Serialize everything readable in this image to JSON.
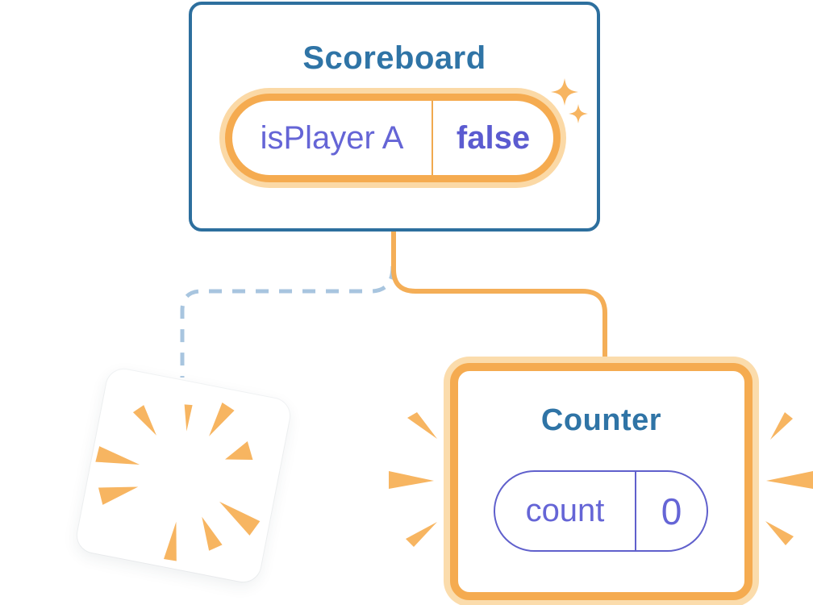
{
  "colors": {
    "card_border_blue": "#2D6F9E",
    "title_blue": "#2F74A6",
    "state_purple": "#6565D6",
    "state_purple_bold": "#5B5BD0",
    "pill_border_purple": "#6060CC",
    "orange": "#F5AB50",
    "orange_line": "#F4AE57",
    "orange_glow": "#FBD9A6",
    "wedge_orange": "#F7B561",
    "dash_blue": "#A8C5DF",
    "card_bg": "#FFFFFF"
  },
  "scoreboard": {
    "title": "Scoreboard",
    "state_name": "isPlayer A",
    "state_value": "false",
    "sparkles": [
      "sparkle-large",
      "sparkle-small"
    ]
  },
  "counter": {
    "title": "Counter",
    "state_name": "count",
    "state_value": "0"
  },
  "destroyed_component": {
    "icon": "burst-icon",
    "meaning": "component removed, state destroyed"
  },
  "connectors": {
    "solid": "scoreboard-to-counter",
    "dashed": "scoreboard-to-destroyed-component"
  }
}
